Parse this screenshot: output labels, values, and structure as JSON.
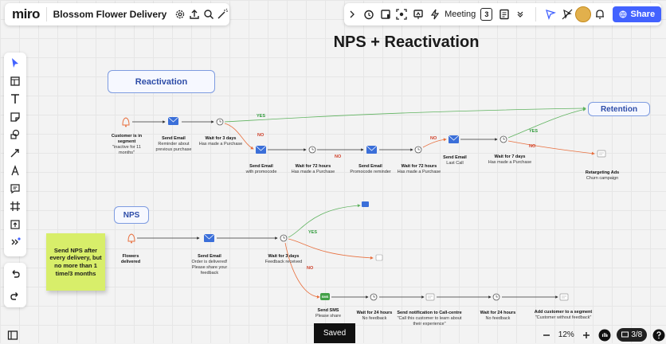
{
  "app": {
    "logo": "miro",
    "board_name": "Blossom Flower Delivery"
  },
  "topbar": {
    "meeting_label": "Meeting",
    "meeting_count": "3",
    "share_label": "Share"
  },
  "canvas": {
    "title": "NPS + Reactivation",
    "reactivation": {
      "header": "Reactivation",
      "retention": "Retention",
      "yes": "YES",
      "no": "NO",
      "nodes": [
        {
          "title": "Customer is in segment",
          "sub": "\"inactive for 11 months\""
        },
        {
          "title": "Send Email",
          "sub": "Reminder about previous purchase"
        },
        {
          "title": "Wait for 3 days",
          "sub": "Has made a Purchase"
        },
        {
          "title": "Send Email",
          "sub": "with promocode"
        },
        {
          "title": "Wait for 72 hours",
          "sub": "Has made a Purchase"
        },
        {
          "title": "Send Email",
          "sub": "Promocode reminder"
        },
        {
          "title": "Wait for 72 hours",
          "sub": "Has made a Purchase"
        },
        {
          "title": "Send Email",
          "sub": "Last Call"
        },
        {
          "title": "Wait for 7 days",
          "sub": "Has made a Purchase"
        },
        {
          "title": "Retargeting Ads",
          "sub": "Churn campaign"
        }
      ]
    },
    "nps": {
      "header": "NPS",
      "sticky": "Send NPS after every delivery, but no more than 1 time/3 months",
      "yes": "YES",
      "no": "NO",
      "nodes": [
        {
          "title": "Flowers delivered",
          "sub": ""
        },
        {
          "title": "Send Email",
          "sub": "Order is delivered! Please share your feedback"
        },
        {
          "title": "Wait for 3 days",
          "sub": "Feedback received"
        },
        {
          "title": "Send SMS",
          "sub": "Please share"
        },
        {
          "title": "Wait for 24 hours",
          "sub": "No feedback"
        },
        {
          "title": "Send notification to Call-centre",
          "sub": "\"Call this customer to learn about their experience\""
        },
        {
          "title": "Wait for 24 hours",
          "sub": "No feedback"
        },
        {
          "title": "Add customer to a segment",
          "sub": "\"Customer without feedback\""
        }
      ],
      "sms_badge": "SMS"
    }
  },
  "bottom": {
    "zoom": "12%",
    "saved": "Saved",
    "page": "3/8"
  },
  "colors": {
    "accent": "#4262ff",
    "yes_line": "#5fb35f",
    "no_line": "#e8703f",
    "blue_icon": "#3b6fd9"
  }
}
